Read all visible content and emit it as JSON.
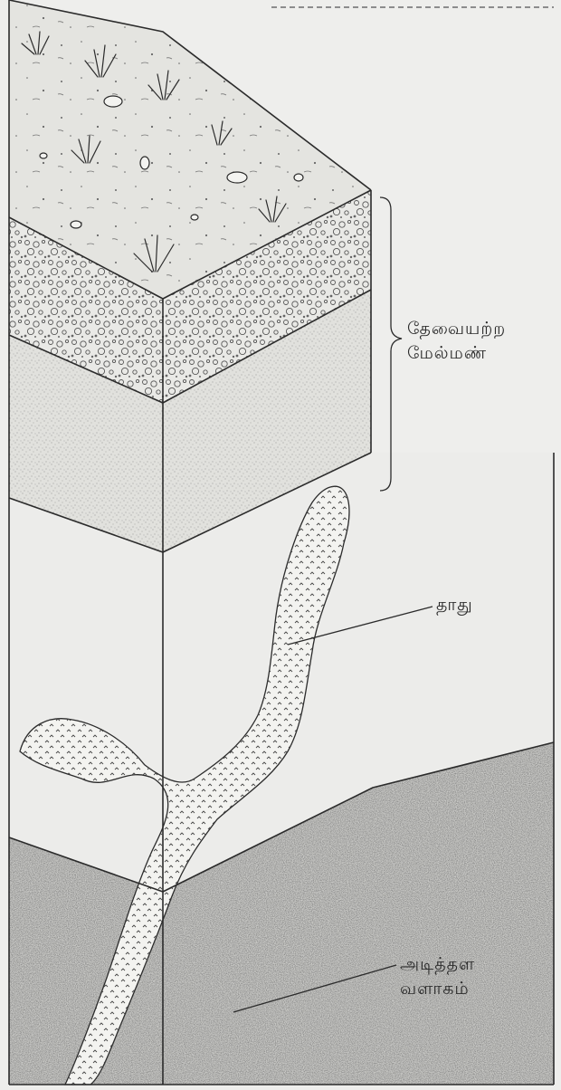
{
  "labels": {
    "overburden": [
      "தேவையற்ற",
      "மேல்மண்"
    ],
    "ore": "தாது",
    "bedrock": [
      "அடித்தள",
      "வளாகம்"
    ]
  },
  "colors": {
    "background": "#eeeeec",
    "ink": "#2b2b2b",
    "topsoil_face": "#e4e4e0",
    "gravel_face": "#e9e9e6",
    "sand_face": "#e1e1dd",
    "rock_face": "#ececea",
    "bedrock_face": "#c9c9c6",
    "ore_vein": "#f3f3f0"
  }
}
